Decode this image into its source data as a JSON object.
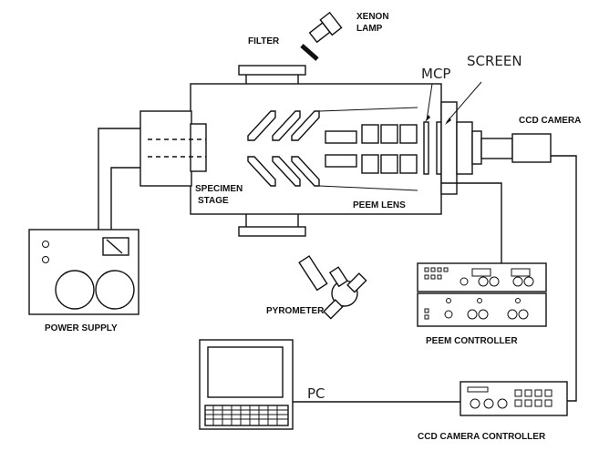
{
  "labels": {
    "xenon_lamp_line1": "XENON",
    "xenon_lamp_line2": "LAMP",
    "filter": "FILTER",
    "mcp": "MCP",
    "screen": "SCREEN",
    "ccd_camera": "CCD CAMERA",
    "specimen_line1": "SPECIMEN",
    "specimen_line2": "STAGE",
    "peem_lens": "PEEM LENS",
    "power_supply": "POWER SUPPLY",
    "pyrometer": "PYROMETER",
    "peem_controller": "PEEM CONTROLLER",
    "pc": "PC",
    "ccd_camera_controller": "CCD CAMERA CONTROLLER"
  }
}
